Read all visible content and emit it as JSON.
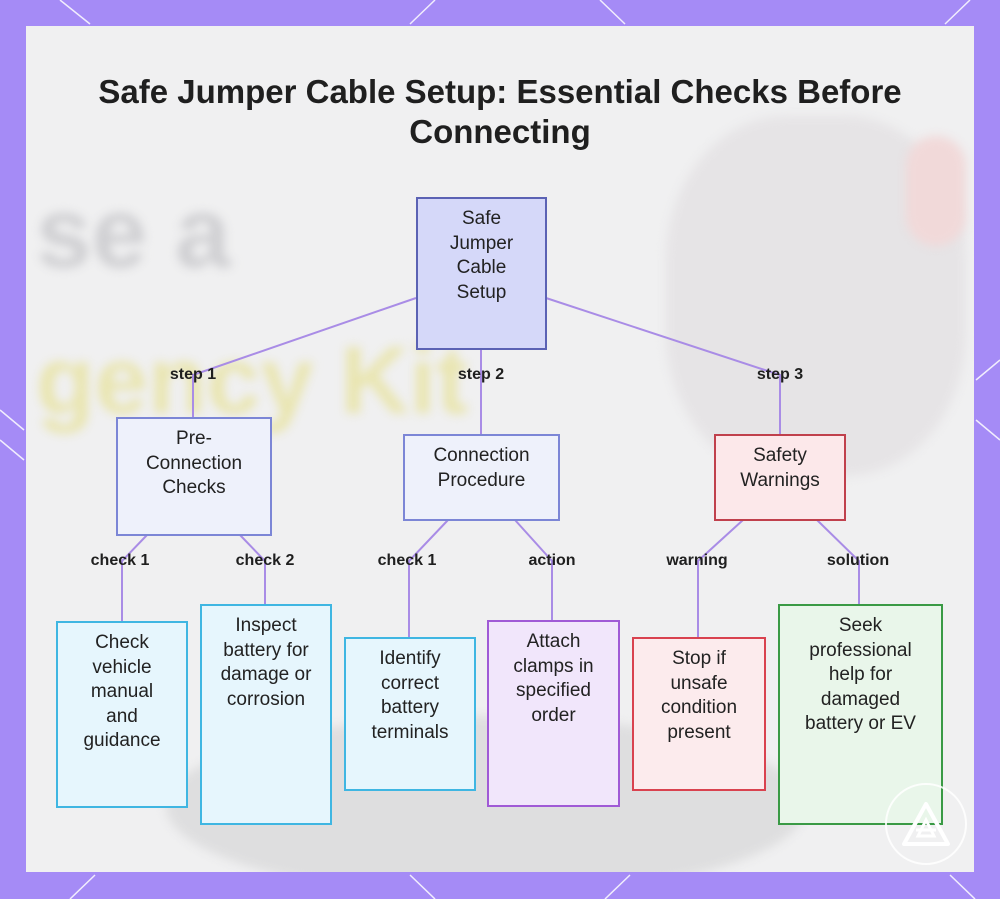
{
  "title": "Safe Jumper Cable Setup: Essential Checks Before Connecting",
  "colors": {
    "frame": "#a58bf6",
    "edge": "#a98ce6",
    "root_fill": "#d5d8f9",
    "warning_border": "#c0404c"
  },
  "background_text": {
    "line1": "se a",
    "line2": "gency Kit"
  },
  "nodes": {
    "root": "Safe Jumper Cable Setup",
    "pre_connection": "Pre-Connection Checks",
    "connection": "Connection Procedure",
    "safety": "Safety Warnings",
    "check_manual": "Check vehicle manual and guidance",
    "inspect_battery": "Inspect battery for damage or corrosion",
    "identify_terminals": "Identify correct battery terminals",
    "attach_clamps": "Attach clamps in specified order",
    "stop_unsafe": "Stop if unsafe condition present",
    "seek_help": "Seek professional help for damaged battery or EV"
  },
  "edge_labels": {
    "step1": "step 1",
    "step2": "step 2",
    "step3": "step 3",
    "pre_check1": "check 1",
    "pre_check2": "check 2",
    "conn_check1": "check 1",
    "conn_action": "action",
    "safety_warning": "warning",
    "safety_solution": "solution"
  },
  "logo_icon": "triangle-a-logo-icon"
}
